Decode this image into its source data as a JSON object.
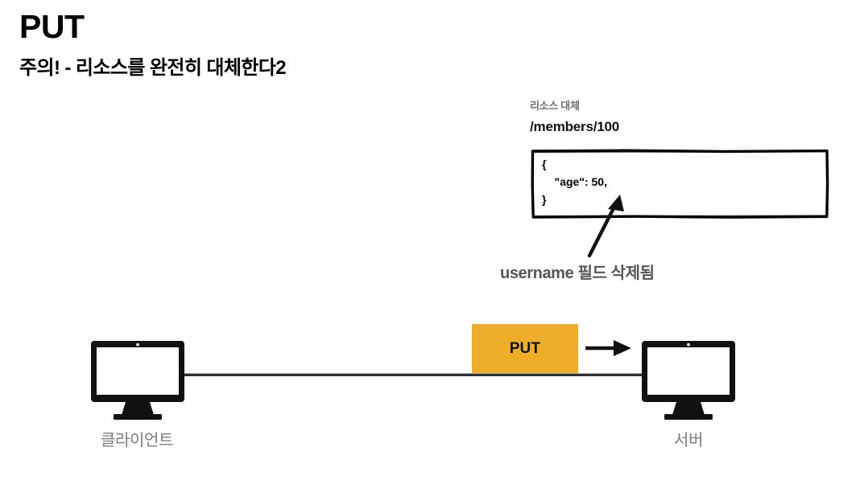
{
  "slide": {
    "title": "PUT",
    "subtitle": "주의! - 리소스를 완전히 대체한다2"
  },
  "resource": {
    "caption": "리소스 대체",
    "path": "/members/100",
    "body_lines": [
      "{",
      "    \"age\": 50,",
      "}"
    ],
    "body_text": "{\n    \"age\": 50,\n}"
  },
  "callout": {
    "text": "username 필드 삭제됨",
    "arrow": "arrow-up-right-icon"
  },
  "flow": {
    "method_badge": "PUT",
    "client_label": "클라이언트",
    "server_label": "서버",
    "client_icon": "desktop-monitor-icon",
    "server_icon": "desktop-monitor-icon",
    "request_arrow": "arrow-right-icon"
  },
  "colors": {
    "badge_bg": "#eeae29",
    "badge_text": "#101010",
    "ink": "#000000",
    "muted_text": "#7c7c7c",
    "caption_text": "#6e6e6e",
    "callout_text": "#565656",
    "background": "#ffffff"
  }
}
